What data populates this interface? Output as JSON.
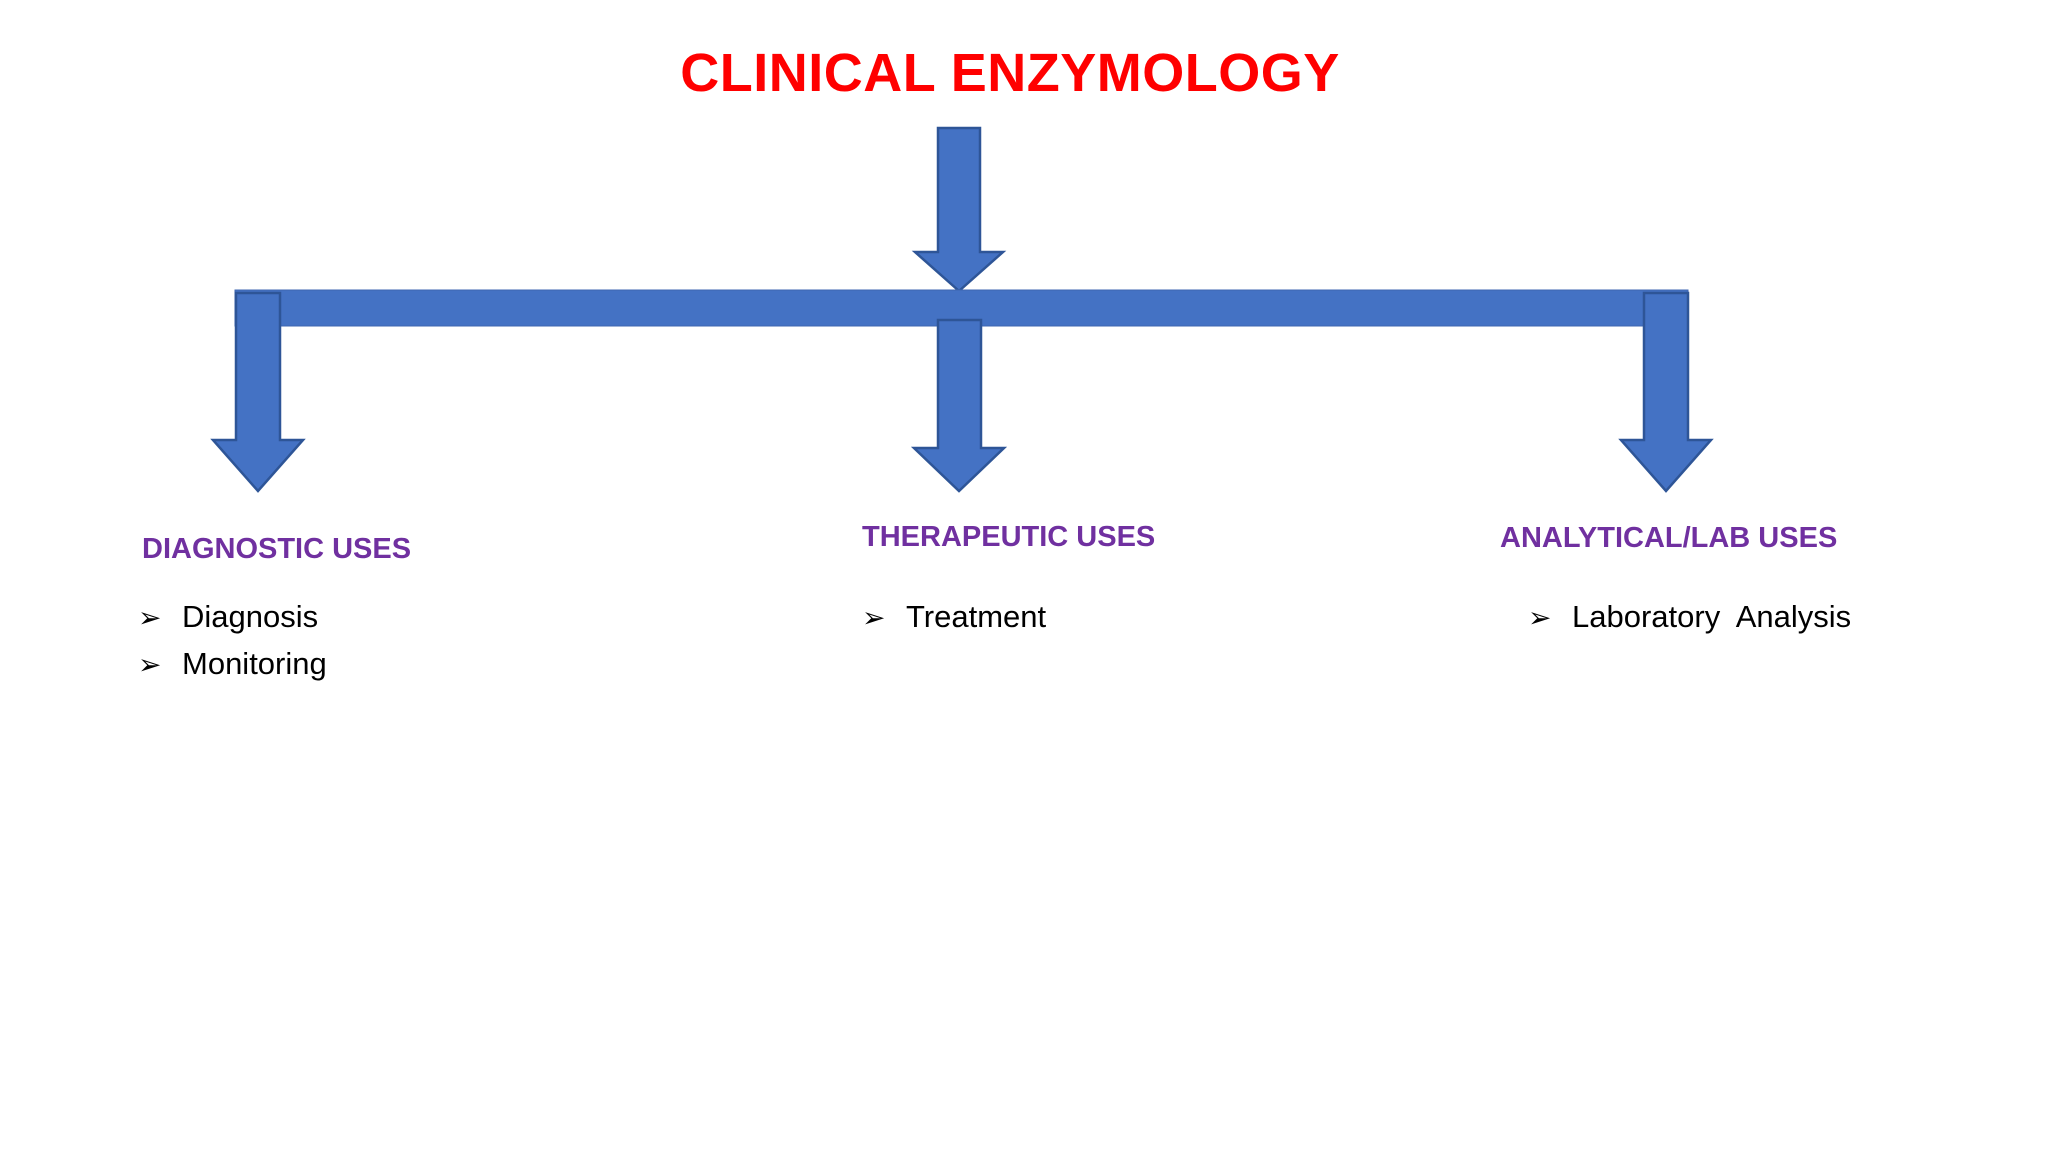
{
  "slide": {
    "background_color": "#FFFFFF",
    "title": "CLINICAL ENZYMOLOGY",
    "title_color": "#FF0000",
    "heading_color": "#7030A0",
    "arrow_fill_color": "#4472C4",
    "arrow_outline_color": "#2E5597",
    "bullet_glyph": "➢"
  },
  "columns": [
    {
      "heading": "DIAGNOSTIC USES",
      "items": [
        {
          "glyph": "➢",
          "label": "Diagnosis"
        },
        {
          "glyph": "➢",
          "label": "Monitoring"
        }
      ]
    },
    {
      "heading": "THERAPEUTIC USES",
      "items": [
        {
          "glyph": "➢",
          "label": "Treatment"
        }
      ]
    },
    {
      "heading": "ANALYTICAL/LAB USES",
      "items": [
        {
          "glyph": "➢",
          "label": "Laboratory  Analysis"
        }
      ]
    }
  ]
}
